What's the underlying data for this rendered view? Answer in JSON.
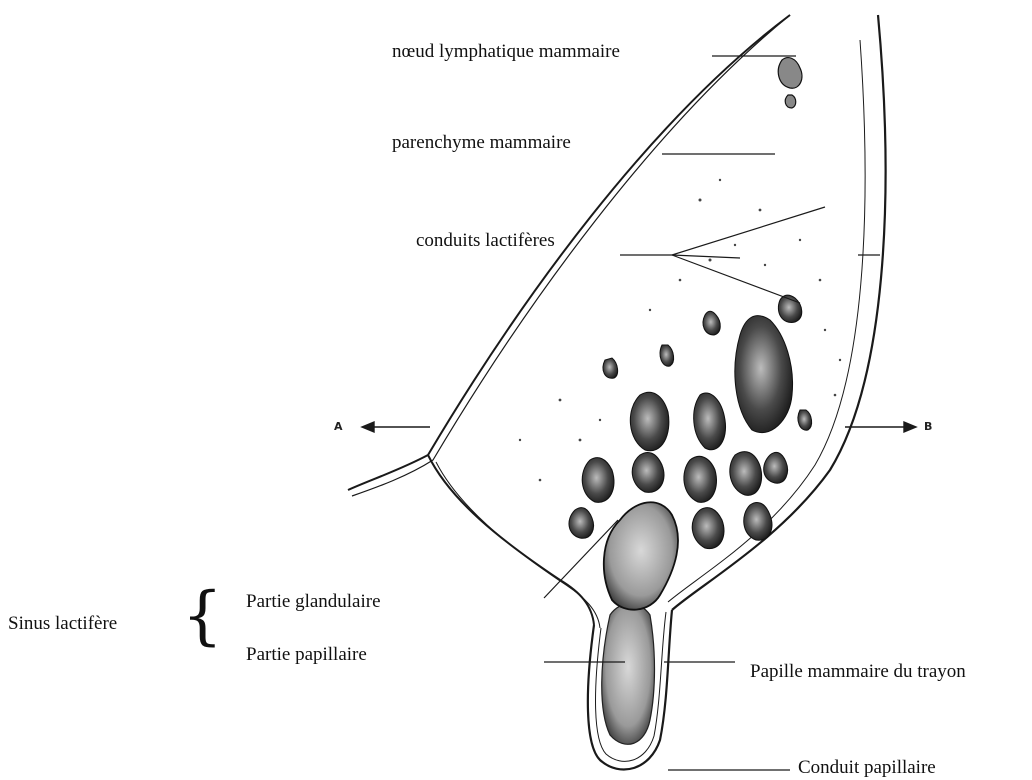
{
  "labels": {
    "node": "nœud lymphatique mammaire",
    "parenchyma": "parenchyme mammaire",
    "ducts": "conduits lactifères",
    "sinus": "Sinus lactifère",
    "glandular": "Partie glandulaire",
    "papillary": "Partie papillaire",
    "teat": "Papille mammaire du trayon",
    "papillary_duct": "Conduit papillaire"
  },
  "markers": {
    "left": "A",
    "right": "B",
    "brace": "{"
  },
  "colors": {
    "line": "#1a1a1a",
    "ink": "#222222",
    "background": "#ffffff"
  }
}
